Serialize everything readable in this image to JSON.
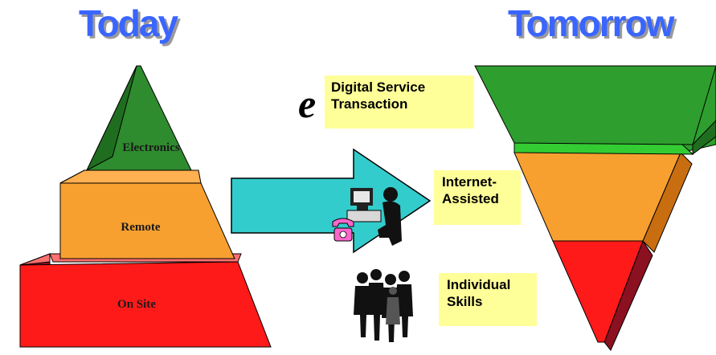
{
  "titles": {
    "today": "Today",
    "tomorrow": "Tomorrow"
  },
  "today_pyramid": {
    "layers": [
      {
        "label": "Electronics",
        "color": "#2e8b2e"
      },
      {
        "label": "Remote",
        "color": "#f7a030"
      },
      {
        "label": "On Site",
        "color": "#ff1a1a"
      }
    ]
  },
  "tomorrow_pyramid": {
    "layers": [
      {
        "color": "#2e9e2e"
      },
      {
        "color": "#f7a030"
      },
      {
        "color": "#ff1a1a"
      }
    ]
  },
  "callouts": {
    "e_symbol": "e",
    "digital": {
      "line1": "Digital Service",
      "line2": "Transaction"
    },
    "internet": {
      "line1": "Internet-",
      "line2": "Assisted"
    },
    "skills": {
      "line1": "Individual",
      "line2": "Skills"
    }
  },
  "arrow": {
    "color": "#33cccc"
  },
  "icons": [
    "computer-user-icon",
    "telephone-icon",
    "people-group-icon"
  ]
}
